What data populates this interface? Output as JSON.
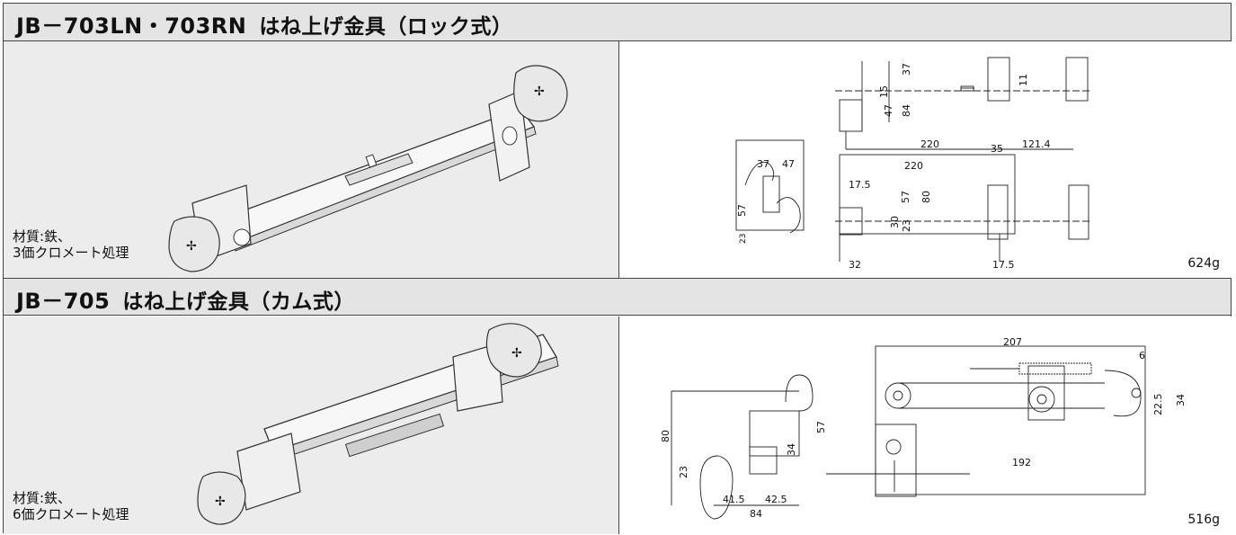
{
  "sections": [
    {
      "code": "JB－703LN・703RN",
      "name": "はね上げ金具（ロック式）",
      "material_line1": "材質:鉄、",
      "material_line2": "3価クロメート処理",
      "weight": "624g",
      "dims": {
        "d37a": "37",
        "d15": "15",
        "d47a": "47",
        "d84": "84",
        "d11": "11",
        "d220a": "220",
        "d35": "35",
        "d121": "121.4",
        "d220b": "220",
        "d37b": "37",
        "d47b": "47",
        "d57a": "57",
        "d23a": "23",
        "d175a": "17.5",
        "d57b": "57",
        "d80": "80",
        "d30": "30",
        "d23b": "23",
        "d32": "32",
        "d175b": "17.5"
      }
    },
    {
      "code": "JB－705",
      "name": "はね上げ金具（カム式）",
      "material_line1": "材質:鉄、",
      "material_line2": "6価クロメート処理",
      "weight": "516g",
      "dims": {
        "d80": "80",
        "d57": "57",
        "d23": "23",
        "d34a": "34",
        "d415": "41.5",
        "d425": "42.5",
        "d84": "84",
        "d207": "207",
        "d6": "6",
        "d225": "22.5",
        "d34b": "34",
        "d192": "192"
      }
    }
  ]
}
